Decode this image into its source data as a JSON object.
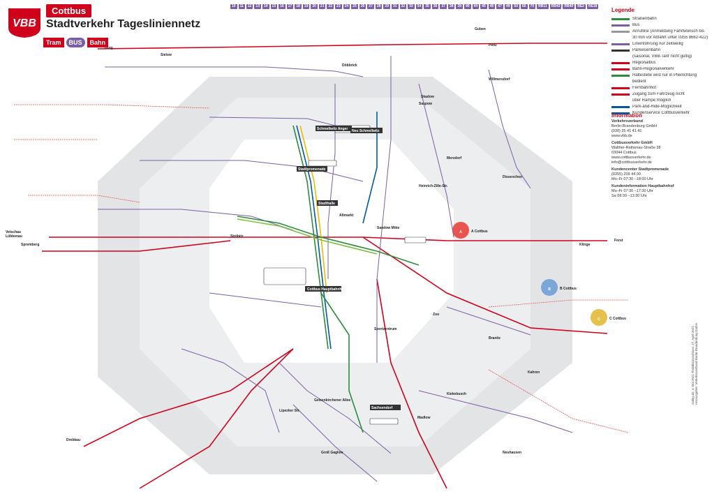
{
  "header": {
    "logo_text": "VBB",
    "city": "Cottbus",
    "title": "Stadtverkehr Tagesliniennetz",
    "modes": [
      "Tram",
      "BUS",
      "Bahn"
    ]
  },
  "legend": {
    "heading": "Legende",
    "items": [
      {
        "label": "Straßenbahn",
        "color": "#2e8b3d"
      },
      {
        "label": "Bus",
        "color": "#7b5ea7"
      },
      {
        "label": "Anrufline (Anmeldung Fahrtwunsch bis",
        "color": "#999999"
      },
      {
        "label": "30 min vor Abfahrt unter 0355 8662-422)",
        "color": "#ffffff"
      },
      {
        "label": "Linienführung nur zeitweilig",
        "color": "#7b5ea7"
      },
      {
        "label": "Parkeisenbahn",
        "color": "#333333"
      },
      {
        "label": "(saisonal, VBB-Tarif nicht gültig)",
        "color": "#ffffff"
      },
      {
        "label": "Regionalbus",
        "color": "#d0021b"
      },
      {
        "label": "Bahn-Regionalverkehr",
        "color": "#d0021b"
      },
      {
        "label": "Haltestelle wird nur in Pfeilrichtung",
        "color": "#2e8b3d"
      },
      {
        "label": "bedient",
        "color": "#ffffff"
      },
      {
        "label": "Fernbahnhof",
        "color": "#d0021b"
      },
      {
        "label": "Zugang zum Fahrzeug nicht",
        "color": "#d0021b"
      },
      {
        "label": "über Rampe möglich",
        "color": "#ffffff"
      },
      {
        "label": "Park-and-Ride-Möglichkeit",
        "color": "#005aa0"
      },
      {
        "label": "Kundenservice Cottbusverkehr",
        "color": "#005aa0"
      }
    ]
  },
  "info": {
    "heading": "Information",
    "blocks": [
      {
        "title": "Verkehrsverbund",
        "lines": [
          "Berlin-Brandenburg GmbH",
          "(030) 25 41 41 41",
          "www.vbb.de"
        ]
      },
      {
        "title": "Cottbusverkehr GmbH",
        "lines": [
          "Walther-Rathenau-Straße 38",
          "03044 Cottbus",
          "www.cottbusverkehr.de",
          "info@cottbusverkehr.de"
        ]
      },
      {
        "title": "Kundencenter Stadtpromenade",
        "lines": [
          "(0355) 209 44 00",
          "Mo–Fr 07:30 –18:00 Uhr"
        ]
      },
      {
        "title": "Kundeninformation Hauptbahnhof",
        "lines": [
          "Mo–Fr 07:30 –17:30 Uhr",
          "Sa  08:30 –13:30 Uhr"
        ]
      }
    ]
  },
  "credit": "Gültig ab: 4. Mai 2021 Redaktionsschluss: 27. April 2021 Herausgeber: Verkehrsverbund Berlin-Brandenburg GmbH",
  "map": {
    "zones": [
      "A Cottbus",
      "B Cottbus",
      "C Cottbus"
    ],
    "stations": [
      "Cottbus Hauptbahnhof",
      "Stadthalle",
      "Altmarkt",
      "Stadtpromenade",
      "Sandow Mitte",
      "Schmellwitz Anger",
      "Neu Schmellwitz",
      "Sachsendorf",
      "Groß Gaglow",
      "Madlow",
      "Kiekebusch",
      "Kahren",
      "Branitz",
      "Dissenchen",
      "Willmersdorf",
      "Merzdorf",
      "Saspow",
      "Skadow",
      "Döbbrick",
      "Sielow",
      "Ströbitz",
      "Sportzentrum",
      "Zoo",
      "Lipezker Str.",
      "Gelsenkirchener Allee",
      "Heinrich-Zille-Str.",
      "Forst",
      "Guben",
      "Peitz",
      "Drebkau",
      "Spremberg",
      "Burg",
      "Lübbenau",
      "Vetschau",
      "Neuhausen",
      "Klinge"
    ],
    "routes_list": [
      "10",
      "11",
      "12",
      "13",
      "14",
      "15",
      "16",
      "17",
      "18",
      "19",
      "20",
      "21",
      "22",
      "23",
      "24",
      "25",
      "26",
      "27",
      "28",
      "29",
      "31",
      "32",
      "33",
      "34",
      "35",
      "36",
      "37",
      "38",
      "39",
      "40",
      "44",
      "45",
      "46",
      "47",
      "49",
      "50",
      "60",
      "70",
      "RB11",
      "RB43",
      "RB49",
      "RE2",
      "RE18"
    ]
  }
}
